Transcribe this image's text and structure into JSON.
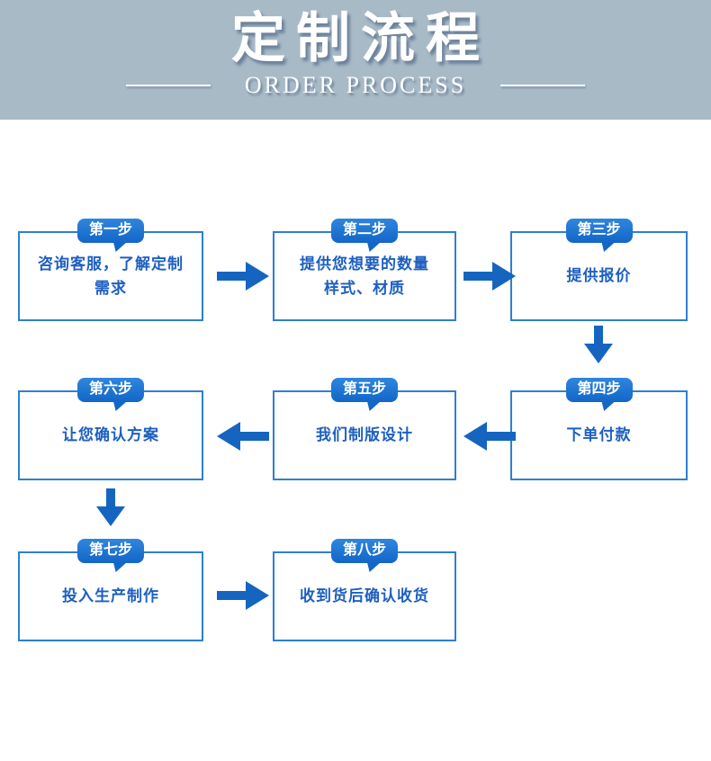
{
  "header": {
    "title": "定制流程",
    "subtitle": "ORDER PROCESS"
  },
  "colors": {
    "banner_bg": "#a9bac7",
    "bubble_blue": "#1b74d3",
    "bubble_blue_dark": "#1266c8",
    "border_blue": "#2e7fd2",
    "text_blue": "#1d5fc0",
    "arrow_blue": "#1565c0"
  },
  "steps": [
    {
      "label": "第一步",
      "text": "咨询客服，了解定制\n需求"
    },
    {
      "label": "第二步",
      "text": "提供您想要的数量\n样式、材质"
    },
    {
      "label": "第三步",
      "text": "提供报价"
    },
    {
      "label": "第四步",
      "text": "下单付款"
    },
    {
      "label": "第五步",
      "text": "我们制版设计"
    },
    {
      "label": "第六步",
      "text": "让您确认方案"
    },
    {
      "label": "第七步",
      "text": "投入生产制作"
    },
    {
      "label": "第八步",
      "text": "收到货后确认收货"
    }
  ],
  "flow_connections": [
    {
      "from": "第一步",
      "to": "第二步",
      "direction": "right"
    },
    {
      "from": "第二步",
      "to": "第三步",
      "direction": "right"
    },
    {
      "from": "第三步",
      "to": "第四步",
      "direction": "down"
    },
    {
      "from": "第四步",
      "to": "第五步",
      "direction": "left"
    },
    {
      "from": "第五步",
      "to": "第六步",
      "direction": "left"
    },
    {
      "from": "第六步",
      "to": "第七步",
      "direction": "down"
    },
    {
      "from": "第七步",
      "to": "第八步",
      "direction": "right"
    }
  ]
}
